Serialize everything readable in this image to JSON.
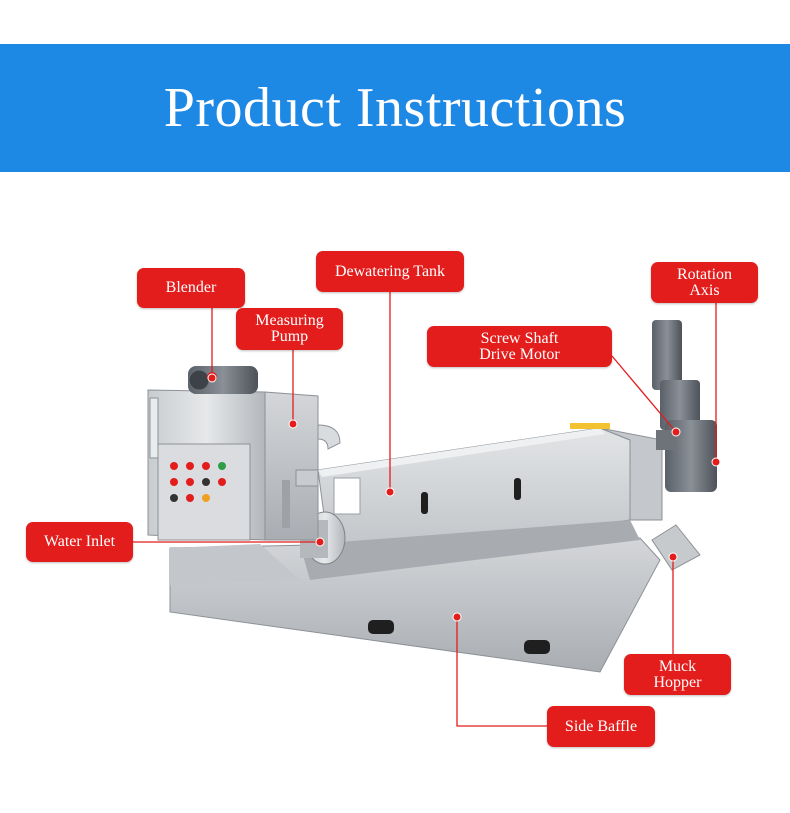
{
  "banner": {
    "title": "Product Instructions",
    "color": "#1e88e5"
  },
  "labels": {
    "blender": "Blender",
    "measuring_pump": [
      "Measuring",
      "Pump"
    ],
    "dewatering_tank": "Dewatering Tank",
    "rotation_axis": [
      "Rotation",
      "Axis"
    ],
    "screw_shaft_drive_motor": [
      "Screw Shaft",
      "Drive Motor"
    ],
    "water_inlet": "Water Inlet",
    "muck_hopper": [
      "Muck",
      "Hopper"
    ],
    "side_baffle": "Side Baffle"
  },
  "colors": {
    "label_bg": "#e31c1c",
    "leader": "#e31c1c",
    "steel": "#b9bcc0"
  }
}
